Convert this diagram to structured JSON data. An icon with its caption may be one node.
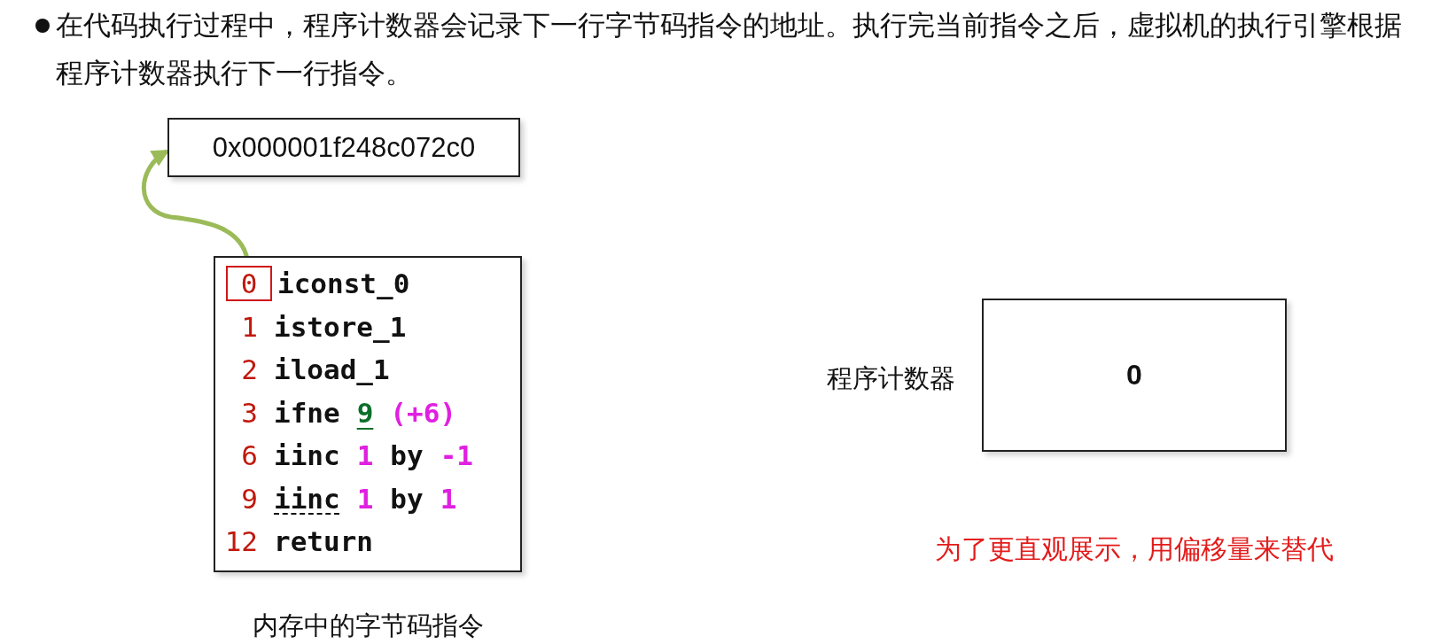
{
  "diagram": {
    "nodes": [
      {
        "text": [
          "0x000001f248c072c0"
        ]
      },
      {
        "text": [],
        "shape": "box",
        "beside": [
          "内存中的字节码指令"
        ]
      },
      {
        "text": [
          "0",
          "iconst_0"
        ],
        "in": 1
      },
      {
        "text": [
          "1",
          "istore_1"
        ],
        "in": 1
      },
      {
        "text": [
          "2",
          "iload_1"
        ],
        "in": 1
      },
      {
        "text": [
          "3",
          "ifne",
          "9",
          "(+6)"
        ],
        "in": 1
      },
      {
        "text": [
          "6",
          "iinc",
          "1",
          "by",
          "-1"
        ],
        "in": 1
      },
      {
        "text": [
          "9",
          "iinc",
          "1",
          "by",
          "1"
        ],
        "in": 1
      },
      {
        "text": [
          "12",
          "return"
        ],
        "in": 1
      },
      {
        "text": [
          "0"
        ],
        "beside": [
          "程序计数器"
        ]
      }
    ],
    "edges": [
      {
        "from": 2,
        "to": 0,
        "arrow": "to",
        "color": "#9bbb59"
      }
    ],
    "labels": [
      "在代码执行过程中，程序计数器会记录下一行字节码指令的地址。执行完当前指令之后，虚拟机的执行引擎根据程序计数器执行下一行指令。",
      "为了更直观展示，用偏移量来替代"
    ]
  }
}
